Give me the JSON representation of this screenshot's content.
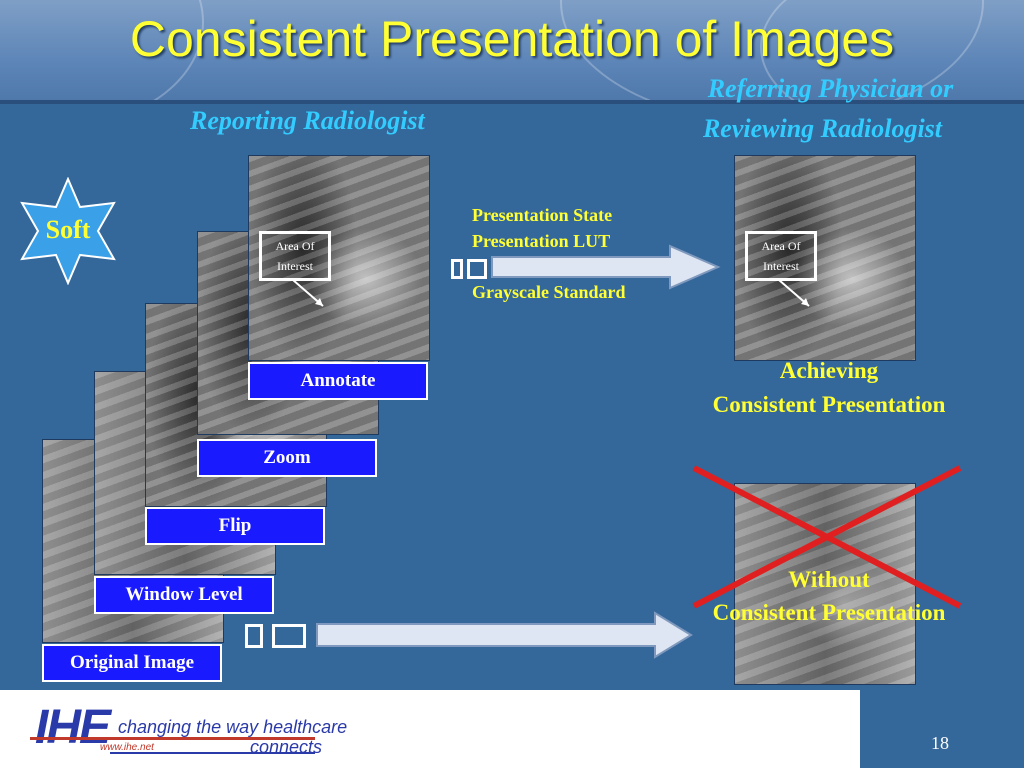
{
  "title": "Consistent Presentation of Images",
  "left_heading": "Reporting Radiologist",
  "right_heading": {
    "line1": "Referring Physician or",
    "line2": "Reviewing Radiologist"
  },
  "soft_badge": "Soft",
  "stack_labels": {
    "annotate": "Annotate",
    "zoom": "Zoom",
    "flip": "Flip",
    "window_level": "Window Level",
    "original": "Original Image"
  },
  "area_of_interest": {
    "line1": "Area Of",
    "line2": "Interest"
  },
  "presentation_info": {
    "line1": "Presentation State",
    "line2": "Presentation LUT",
    "line3": "Grayscale Standard"
  },
  "achieving": {
    "line1": "Achieving",
    "line2": "Consistent Presentation"
  },
  "without": {
    "line1": "Without",
    "line2": "Consistent Presentation"
  },
  "footer": {
    "logo": "IHE",
    "tagline1": "changing the way healthcare",
    "tagline2": "connects",
    "url": "www.ihe.net",
    "page_number": "18"
  },
  "colors": {
    "background": "#34679a",
    "title": "#ffff33",
    "heading": "#33ccff",
    "label_box": "#1a1aff",
    "cross": "#e02020"
  }
}
